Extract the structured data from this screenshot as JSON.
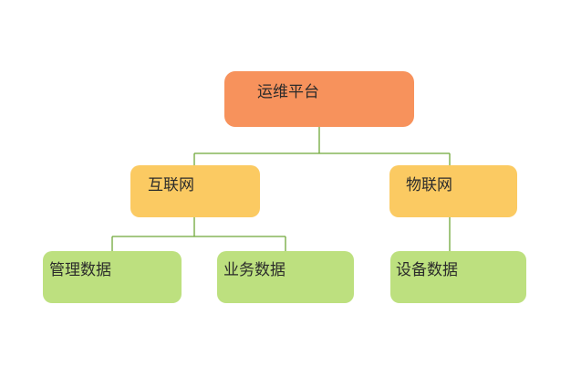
{
  "diagram": {
    "type": "tree",
    "colors": {
      "root_fill": "#F7925C",
      "branch_fill": "#FBCA62",
      "leaf_fill": "#BDE07F",
      "connector": "#6FA839",
      "text": "#2b2b2b",
      "background": "#ffffff"
    },
    "nodes": {
      "root": {
        "label": "运维平台"
      },
      "internet": {
        "label": "互联网"
      },
      "iot": {
        "label": "物联网"
      },
      "mgmt": {
        "label": "管理数据"
      },
      "business": {
        "label": "业务数据"
      },
      "device": {
        "label": "设备数据"
      }
    },
    "edges": [
      {
        "from": "运维平台",
        "to": "互联网"
      },
      {
        "from": "运维平台",
        "to": "物联网"
      },
      {
        "from": "互联网",
        "to": "管理数据"
      },
      {
        "from": "互联网",
        "to": "业务数据"
      },
      {
        "from": "物联网",
        "to": "设备数据"
      }
    ]
  }
}
